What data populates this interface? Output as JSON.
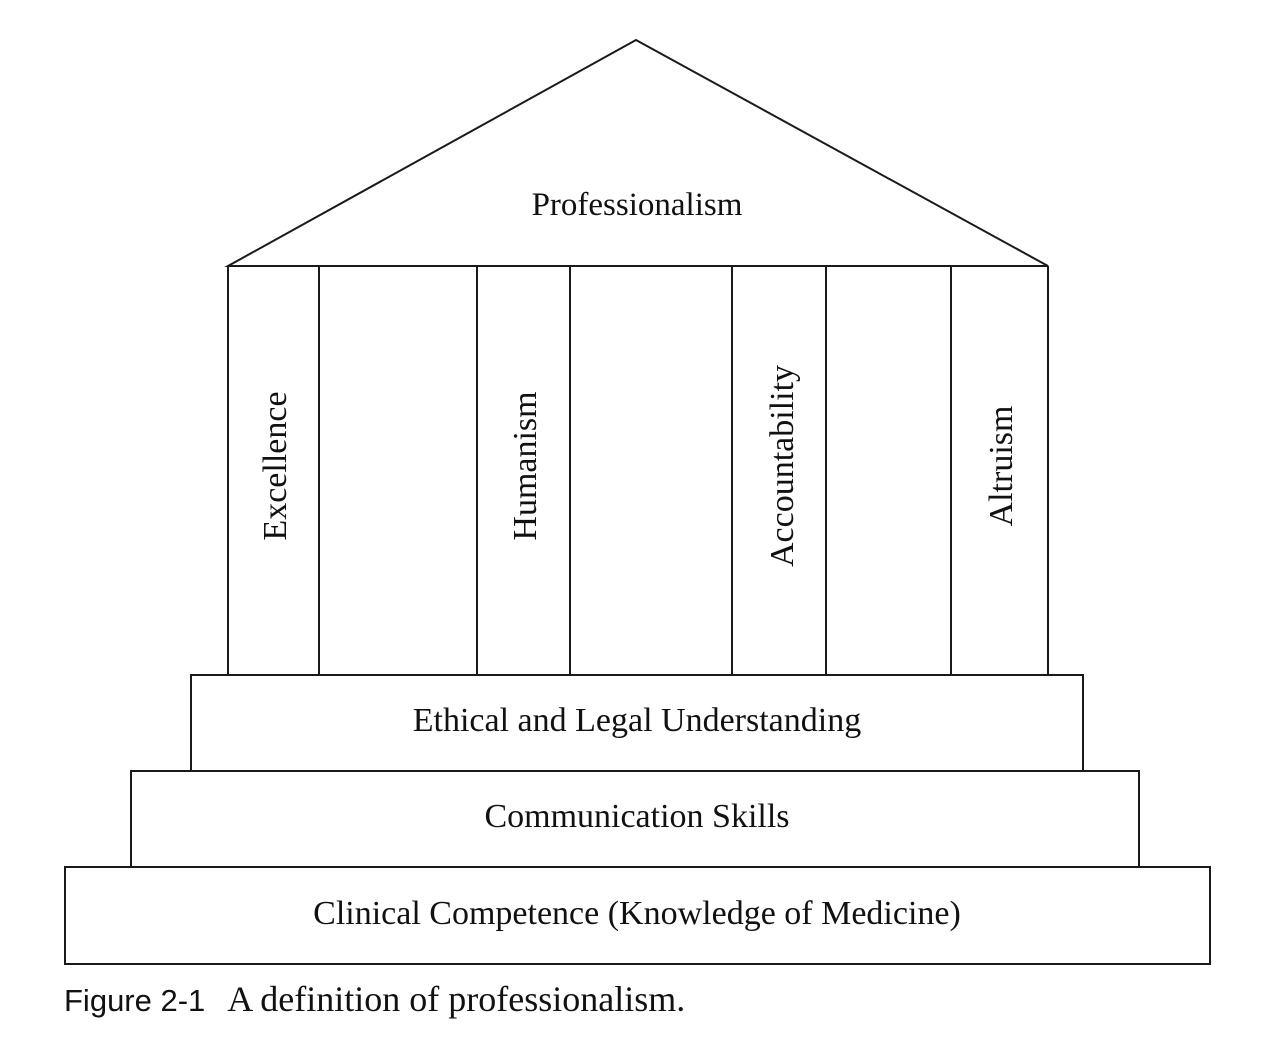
{
  "roof": {
    "label": "Professionalism"
  },
  "pillars": [
    {
      "label": "Excellence"
    },
    {
      "label": "Humanism"
    },
    {
      "label": "Accountability"
    },
    {
      "label": "Altruism"
    }
  ],
  "steps": [
    {
      "label": "Ethical and Legal Understanding"
    },
    {
      "label": "Communication Skills"
    },
    {
      "label": "Clinical Competence (Knowledge of Medicine)"
    }
  ],
  "caption": {
    "figure_label": "Figure 2-1",
    "text": "A definition of professionalism."
  }
}
